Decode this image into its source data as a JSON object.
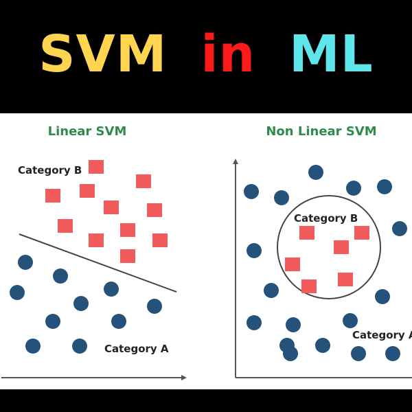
{
  "banner": {
    "title_parts": [
      {
        "text": "SVM",
        "color": "#ffd54f"
      },
      {
        "text": "in",
        "color": "#ff1a1a"
      },
      {
        "text": "ML",
        "color": "#5ee6ea"
      }
    ]
  },
  "colors": {
    "background_dark": "#000000",
    "panel": "#ffffff",
    "title_green": "#2e8b4a",
    "square": "#f25b5b",
    "circle": "#24527a",
    "axis": "#555555",
    "line": "#444444"
  },
  "linear": {
    "title": "Linear SVM",
    "category_b": "Category B",
    "category_a": "Category A"
  },
  "nonlinear": {
    "title": "Non Linear SVM",
    "category_b": "Category B",
    "category_a": "Category A"
  }
}
